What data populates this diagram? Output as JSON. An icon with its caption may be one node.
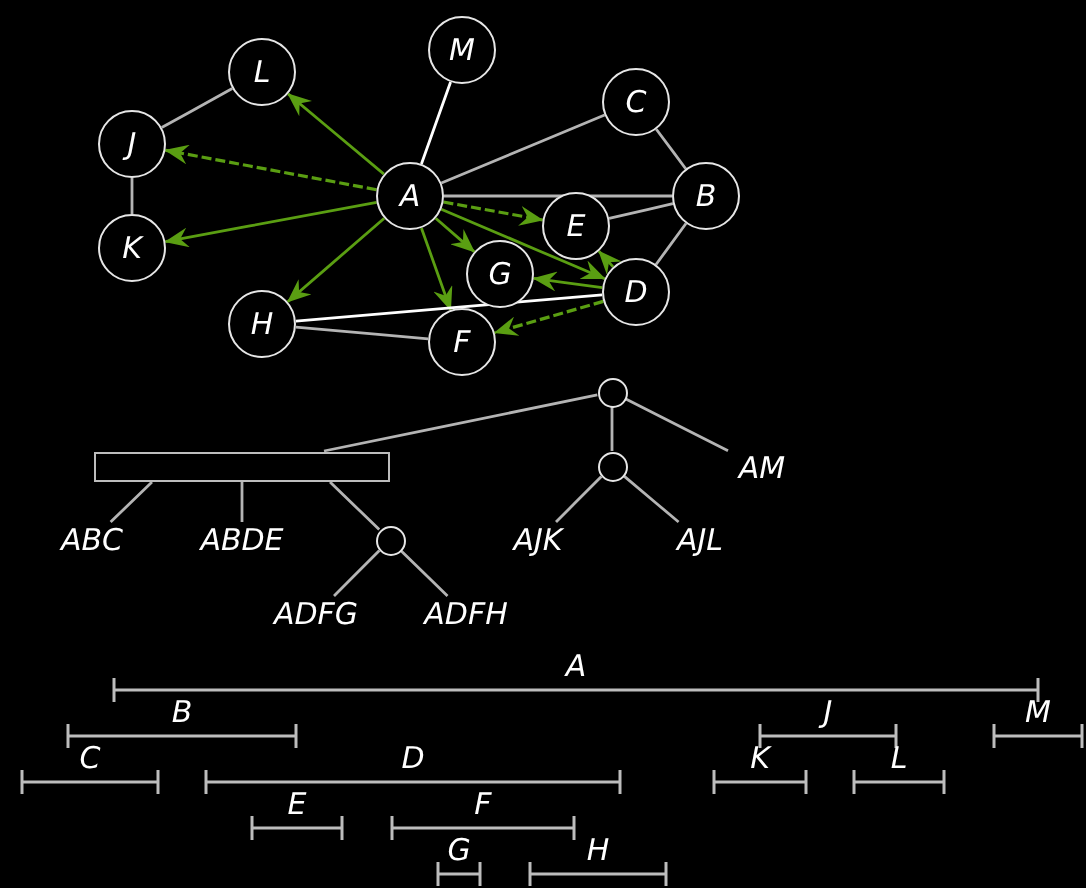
{
  "diagram": {
    "nodes": [
      {
        "text": [
          "L"
        ]
      },
      {
        "text": [
          "M"
        ]
      },
      {
        "text": [
          "C"
        ]
      },
      {
        "text": [
          "J"
        ]
      },
      {
        "text": [
          "A"
        ]
      },
      {
        "text": [
          "B"
        ]
      },
      {
        "text": [
          "K"
        ]
      },
      {
        "text": [
          "E"
        ]
      },
      {
        "text": [
          "G"
        ]
      },
      {
        "text": [
          "D"
        ]
      },
      {
        "text": [
          "H"
        ]
      },
      {
        "text": [
          "F"
        ]
      },
      {
        "text": [],
        "shape": "circle"
      },
      {
        "text": [],
        "shape": "bar"
      },
      {
        "text": [],
        "shape": "circle"
      },
      {
        "text": [
          "AM"
        ]
      },
      {
        "text": [
          "ABC"
        ]
      },
      {
        "text": [
          "ABDE"
        ]
      },
      {
        "text": [],
        "shape": "circle"
      },
      {
        "text": [
          "AJK"
        ]
      },
      {
        "text": [
          "AJL"
        ]
      },
      {
        "text": [
          "ADFG"
        ]
      },
      {
        "text": [
          "ADFH"
        ]
      }
    ],
    "edges": [
      {
        "from": 0,
        "to": 3,
        "arrow": "none"
      },
      {
        "from": 3,
        "to": 6,
        "arrow": "none"
      },
      {
        "from": 4,
        "to": 0,
        "arrow": "to",
        "color": "#5a9e12"
      },
      {
        "from": 4,
        "to": 3,
        "arrow": "to",
        "style": "dashed",
        "color": "#5a9e12"
      },
      {
        "from": 4,
        "to": 6,
        "arrow": "to",
        "color": "#5a9e12"
      },
      {
        "from": 4,
        "to": 10,
        "arrow": "to",
        "color": "#5a9e12"
      },
      {
        "from": 4,
        "to": 1,
        "arrow": "none",
        "color": "#ffffff"
      },
      {
        "from": 4,
        "to": 2,
        "arrow": "none"
      },
      {
        "from": 4,
        "to": 5,
        "arrow": "none"
      },
      {
        "from": 4,
        "to": 7,
        "arrow": "to",
        "style": "dashed",
        "color": "#5a9e12"
      },
      {
        "from": 4,
        "to": 8,
        "arrow": "to",
        "color": "#5a9e12"
      },
      {
        "from": 4,
        "to": 11,
        "arrow": "to",
        "color": "#5a9e12"
      },
      {
        "from": 4,
        "to": 9,
        "arrow": "to",
        "color": "#5a9e12"
      },
      {
        "from": 2,
        "to": 5,
        "arrow": "none"
      },
      {
        "from": 7,
        "to": 5,
        "arrow": "none"
      },
      {
        "from": 5,
        "to": 9,
        "arrow": "none"
      },
      {
        "from": 9,
        "to": 7,
        "arrow": "to",
        "color": "#5a9e12"
      },
      {
        "from": 9,
        "to": 8,
        "arrow": "to",
        "color": "#5a9e12"
      },
      {
        "from": 9,
        "to": 11,
        "arrow": "to",
        "style": "dashed",
        "color": "#5a9e12"
      },
      {
        "from": 10,
        "to": 11,
        "arrow": "none"
      },
      {
        "from": 10,
        "to": 9,
        "arrow": "none",
        "color": "#ffffff"
      },
      {
        "from": 12,
        "to": 13,
        "arrow": "none"
      },
      {
        "from": 12,
        "to": 14,
        "arrow": "none"
      },
      {
        "from": 12,
        "to": 15,
        "arrow": "none"
      },
      {
        "from": 13,
        "to": 16,
        "arrow": "none"
      },
      {
        "from": 13,
        "to": 17,
        "arrow": "none"
      },
      {
        "from": 13,
        "to": 18,
        "arrow": "none"
      },
      {
        "from": 18,
        "to": 21,
        "arrow": "none"
      },
      {
        "from": 18,
        "to": 22,
        "arrow": "none"
      },
      {
        "from": 14,
        "to": 19,
        "arrow": "none"
      },
      {
        "from": 14,
        "to": 20,
        "arrow": "none"
      }
    ],
    "labels": [
      "A",
      "B",
      "J",
      "M",
      "C",
      "D",
      "K",
      "L",
      "E",
      "F",
      "G",
      "H"
    ]
  }
}
